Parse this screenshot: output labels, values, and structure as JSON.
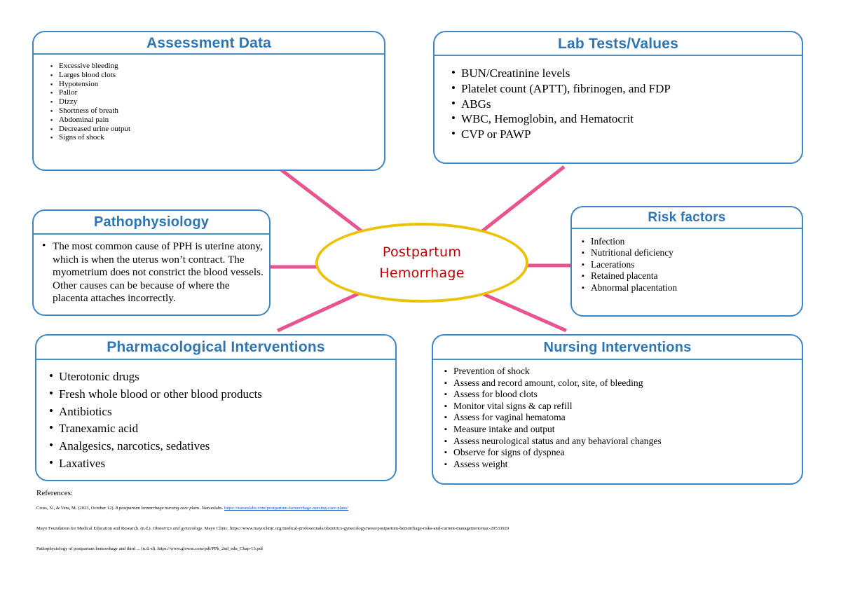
{
  "central": {
    "line1": "Postpartum",
    "line2": "Hemorrhage",
    "oval_border_color": "#ecc208",
    "text_color": "#c00000"
  },
  "theme": {
    "box_border_color": "#3d85c6",
    "header_text_color": "#2e75b6",
    "connector_color": "#e8548f"
  },
  "nodes": {
    "assessment": {
      "title": "Assessment Data",
      "items": [
        "Excessive bleeding",
        "Larges blood clots",
        "Hypotension",
        "Pallor",
        "Dizzy",
        "Shortness of breath",
        "Abdominal pain",
        "Decreased urine output",
        "Signs of shock"
      ]
    },
    "lab": {
      "title": "Lab Tests/Values",
      "items": [
        "BUN/Creatinine levels",
        "Platelet count (APTT), fibrinogen, and FDP",
        "ABGs",
        "WBC, Hemoglobin, and Hematocrit",
        "CVP or PAWP"
      ]
    },
    "pathophysiology": {
      "title": "Pathophysiology",
      "text": "The most common cause of PPH is uterine atony, which is when the uterus won’t contract. The myometrium does not constrict the blood vessels. Other causes can be because of where the placenta attaches incorrectly."
    },
    "risk": {
      "title": "Risk factors",
      "items": [
        "Infection",
        "Nutritional deficiency",
        "Lacerations",
        "Retained placenta",
        "Abnormal placentation"
      ]
    },
    "pharmacological": {
      "title": "Pharmacological Interventions",
      "items": [
        "Uterotonic drugs",
        "Fresh whole blood or other blood products",
        "Antibiotics",
        "Tranexamic acid",
        "Analgesics, narcotics, sedatives",
        "Laxatives"
      ]
    },
    "nursing": {
      "title": "Nursing Interventions",
      "items": [
        "Prevention of shock",
        "Assess and record amount, color, site, of bleeding",
        "Assess for blood clots",
        "Monitor vital signs & cap refill",
        "Assess for vaginal hematoma",
        "Measure intake and output",
        "Assess neurological status and any behavioral changes",
        "Observe for signs of dyspnea",
        "Assess weight"
      ]
    }
  },
  "references": {
    "heading": "References:",
    "entries": [
      {
        "pre": "Cross, N., & Vera, M. (2023, October 12). ",
        "italic": "8 postpartum hemorrhage nursing care plans",
        "mid": ". Nurseslabs. ",
        "link": "https://nurseslabs.com/postpartum-hemorrhage-nursing-care-plans/",
        "post": ""
      },
      {
        "pre": "Mayo Foundation for Medical Education and Research. (n.d.). ",
        "italic": "Obstetrics and gynecology",
        "mid": ". Mayo Clinic. ",
        "link": "",
        "post": "https://www.mayoclinic.org/medical-professionals/obstetrics-gynecology/news/postpartum-hemorrhage-risks-and-current-management/mac-20533920"
      },
      {
        "pre": "Pathophysiology of postpartum hemorrhage and third ... (n.d.-d). https://www.glowm.com/pdf/PPh_2nd_edn_Chap-13.pdf",
        "italic": "",
        "mid": "",
        "link": "",
        "post": ""
      }
    ]
  }
}
